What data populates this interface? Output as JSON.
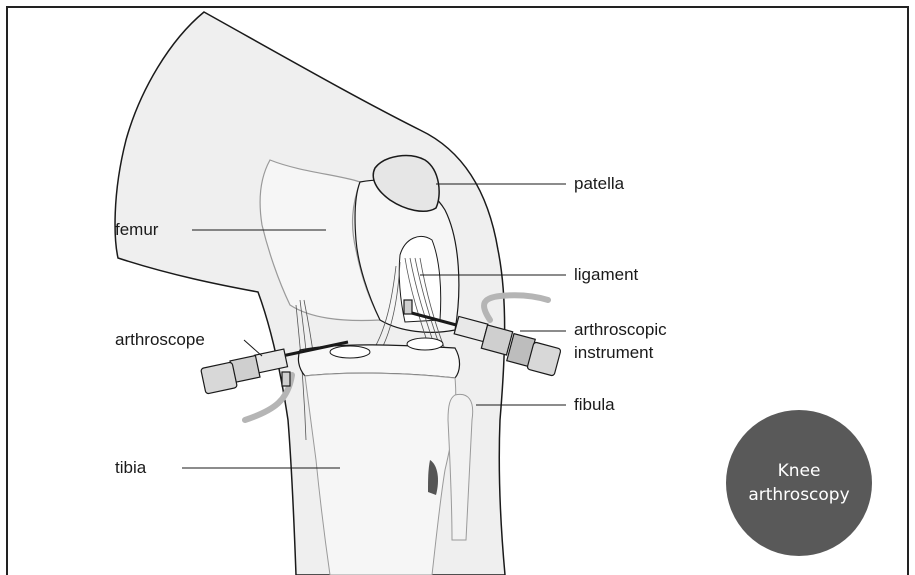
{
  "labels": {
    "patella": "patella",
    "femur": "femur",
    "ligament": "ligament",
    "arthroscopic_line1": "arthroscopic",
    "arthroscopic_line2": "instrument",
    "arthroscope": "arthroscope",
    "fibula": "fibula",
    "tibia": "tibia"
  },
  "badge": {
    "line1": "Knee",
    "line2": "arthroscopy",
    "color": "#595959"
  },
  "colors": {
    "skin": "#efefef",
    "bone_outline": "#9a9a9a",
    "outline": "#1a1a1a",
    "tube": "#b5b5b5"
  }
}
